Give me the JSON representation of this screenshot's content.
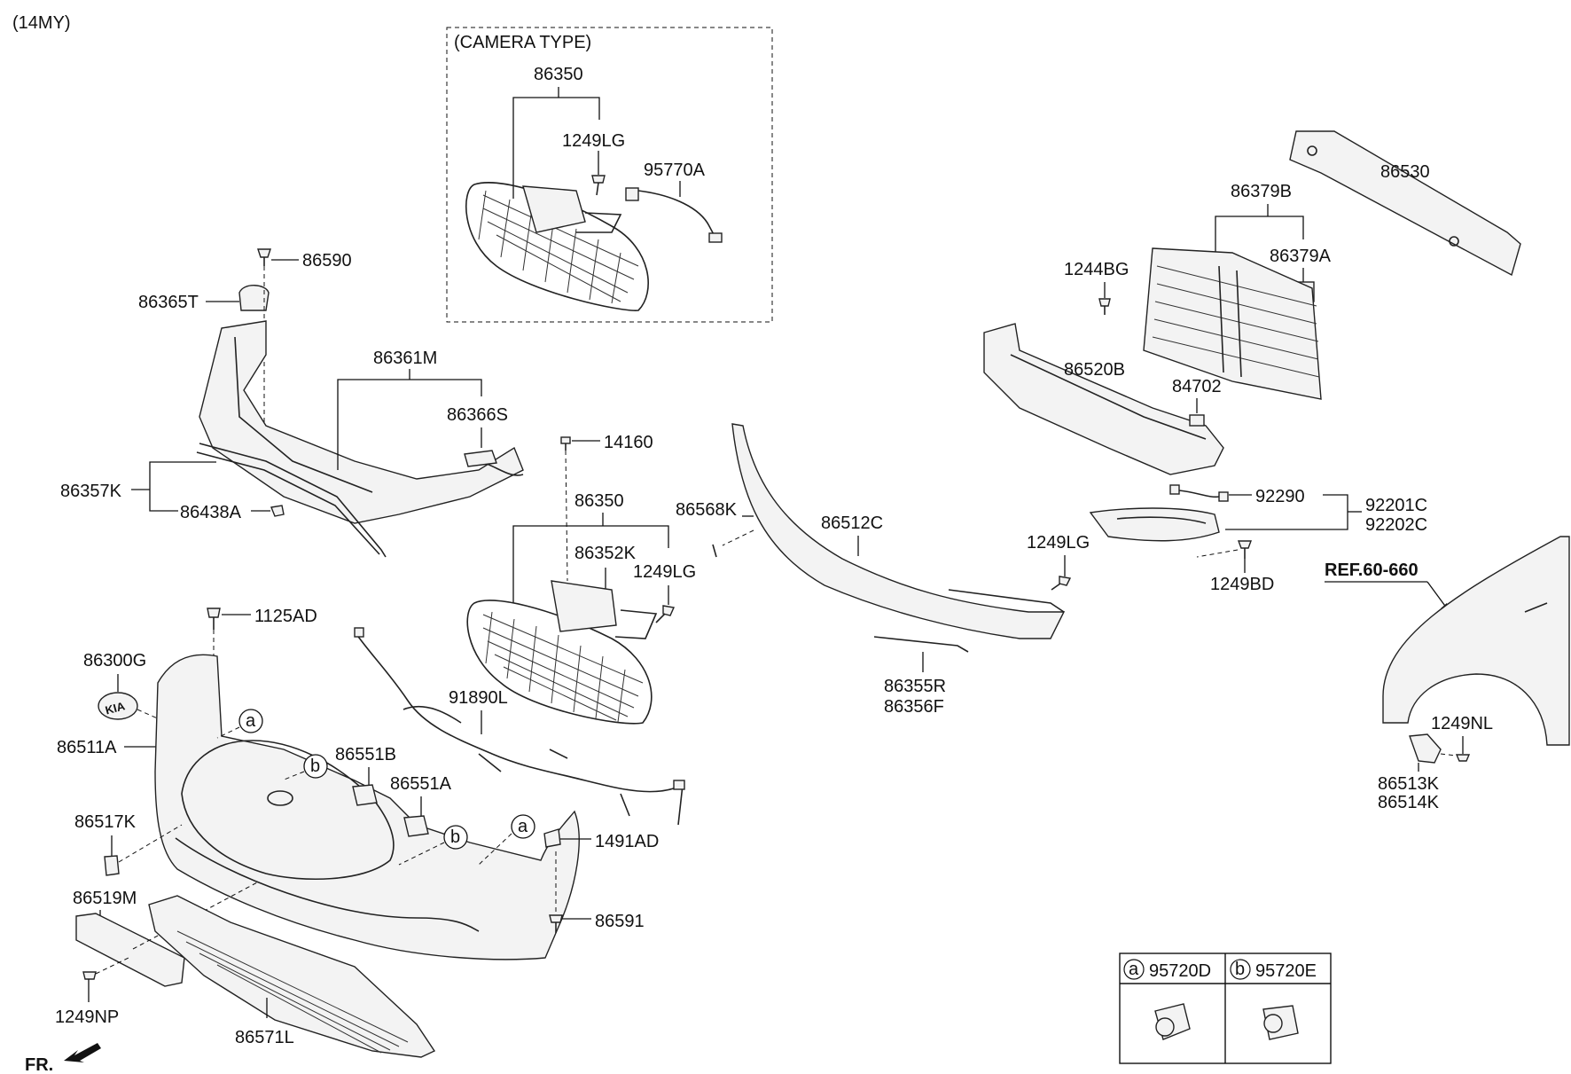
{
  "model_year": "(14MY)",
  "camera_box_title": "(CAMERA TYPE)",
  "labels": {
    "p86350_top": "86350",
    "p1249LG_top": "1249LG",
    "p95770A": "95770A",
    "p86590": "86590",
    "p86365T": "86365T",
    "p86361M": "86361M",
    "p86366S": "86366S",
    "p86357K": "86357K",
    "p86438A": "86438A",
    "p14160": "14160",
    "p86350_mid": "86350",
    "p86352K": "86352K",
    "p1249LG_mid": "1249LG",
    "p86568K": "86568K",
    "p86512C": "86512C",
    "p1125AD": "1125AD",
    "p86300G": "86300G",
    "p86511A": "86511A",
    "p91890L": "91890L",
    "p86551B": "86551B",
    "p86551A": "86551A",
    "p86517K": "86517K",
    "p1491AD": "1491AD",
    "p86591": "86591",
    "p86519M": "86519M",
    "p1249NP": "1249NP",
    "p86571L": "86571L",
    "p86355R": "86355R",
    "p86356F": "86356F",
    "p86530": "86530",
    "p86379B": "86379B",
    "p86379A": "86379A",
    "p1244BG": "1244BG",
    "p86520B": "86520B",
    "p84702": "84702",
    "p92290": "92290",
    "p92201C": "92201C",
    "p92202C": "92202C",
    "p1249LG_right": "1249LG",
    "p1249BD": "1249BD",
    "ref": "REF.60-660",
    "p1249NL": "1249NL",
    "p86513K": "86513K",
    "p86514K": "86514K",
    "callout_a": "a",
    "callout_b": "b",
    "fr": "FR."
  },
  "legend": {
    "a_key": "a",
    "a_part": "95720D",
    "b_key": "b",
    "b_part": "95720E"
  },
  "emblem_text": "KIA"
}
